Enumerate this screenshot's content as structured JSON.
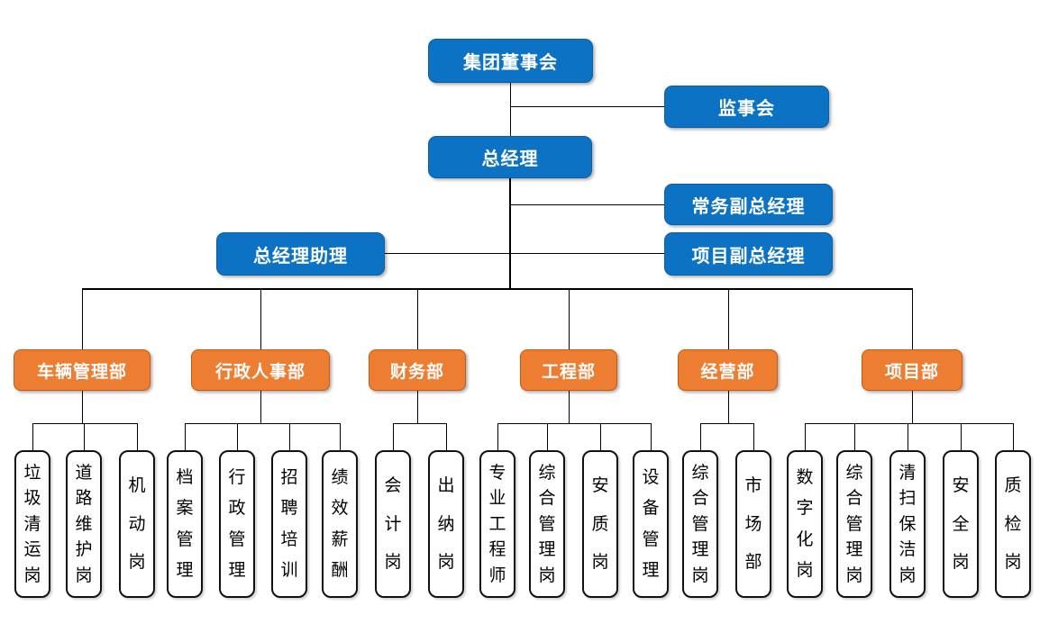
{
  "diagram_type": "organization-chart",
  "colors": {
    "executive_fill": "#0B72C4",
    "executive_border": "#0A5FA6",
    "department_fill": "#ED7D31",
    "department_border": "#C55A11",
    "position_fill": "#FFFFFF",
    "position_border": "#111111",
    "connector": "#000000",
    "text_on_fill": "#FFFFFF",
    "text_on_white": "#000000"
  },
  "executives": {
    "board": "集团董事会",
    "supervisory": "监事会",
    "general_manager": "总经理",
    "executive_deputy_gm": "常务副总经理",
    "gm_assistant": "总经理助理",
    "project_deputy_gm": "项目副总经理"
  },
  "departments": [
    {
      "label": "车辆管理部",
      "positions": [
        "垃圾清运岗",
        "道路维护岗",
        "机动岗"
      ]
    },
    {
      "label": "行政人事部",
      "positions": [
        "档案管理",
        "行政管理",
        "招聘培训",
        "绩效薪酬"
      ]
    },
    {
      "label": "财务部",
      "positions": [
        "会计岗",
        "出纳岗"
      ]
    },
    {
      "label": "工程部",
      "positions": [
        "专业工程师",
        "综合管理岗",
        "安质岗",
        "设备管理"
      ]
    },
    {
      "label": "经营部",
      "positions": [
        "综合管理岗",
        "市场部"
      ]
    },
    {
      "label": "项目部",
      "positions": [
        "数字化岗",
        "综合管理岗",
        "清扫保洁岗",
        "安全岗",
        "质检岗"
      ]
    }
  ]
}
